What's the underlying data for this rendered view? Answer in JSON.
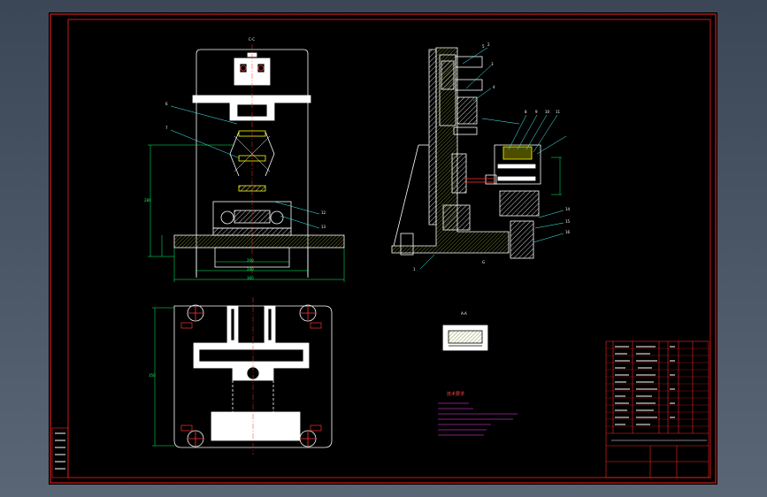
{
  "colors": {
    "background_outer": "#4a5563",
    "paper": "#000000",
    "border": "#ff2020",
    "geometry": "#ffffff",
    "centerline": "#ff3030",
    "dimension": "#00ff66",
    "leader": "#40ffff",
    "hatch": "#ffffff",
    "highlight": "#ffff00",
    "notes_title": "#ff4040",
    "notes_text": "#ff40ff",
    "title_block": "#ff2020"
  },
  "views": {
    "front_title": "C-C",
    "section_title": "A-A",
    "side_label": "G"
  },
  "balloons": {
    "front": [
      "6",
      "7",
      "12",
      "13"
    ],
    "side": [
      "1",
      "2",
      "3",
      "4",
      "5",
      "8",
      "9",
      "10",
      "11",
      "14",
      "15",
      "16"
    ]
  },
  "dimensions": {
    "front_height": "280",
    "bottom_1": "200",
    "bottom_2": "240",
    "bottom_3": "300",
    "plan_height": "350"
  },
  "notes": {
    "title": "技术要求"
  }
}
